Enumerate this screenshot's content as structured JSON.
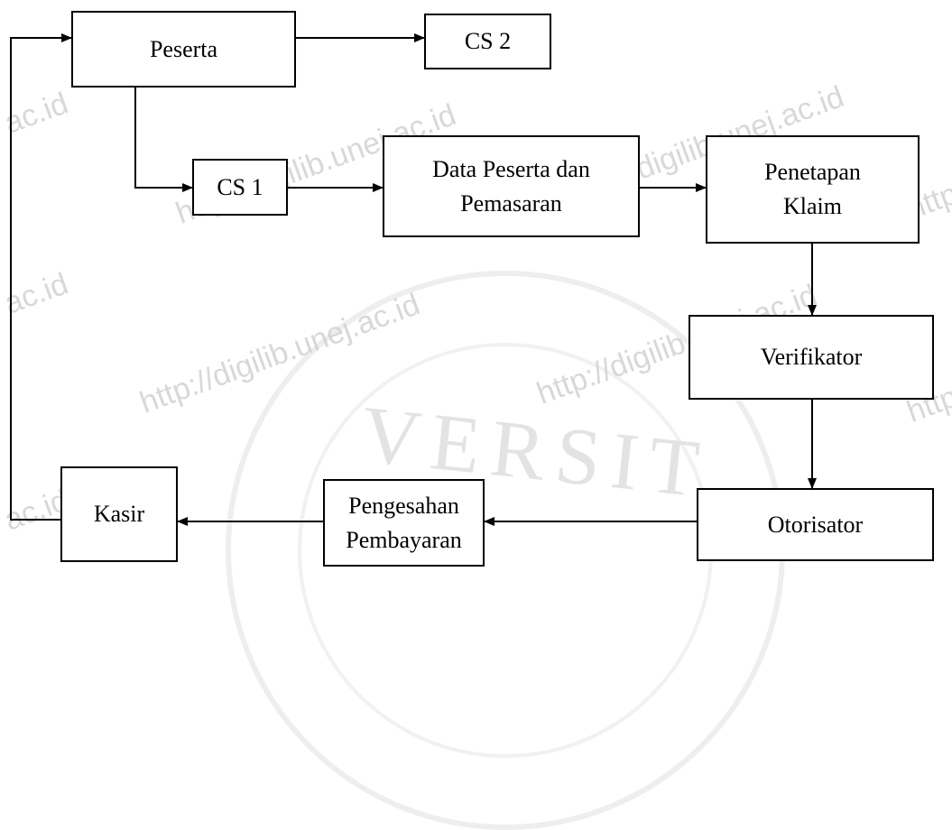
{
  "watermark": {
    "url_text": "http://digilib.unej.ac.id",
    "domain_text": "ac.id",
    "short_text": "http",
    "seal_text": "VERSIT"
  },
  "nodes": {
    "peserta": "Peserta",
    "cs2": "CS 2",
    "cs1": "CS 1",
    "data_peserta": "Data Peserta dan Pemasaran",
    "penetapan_klaim": "Penetapan Klaim",
    "verifikator": "Verifikator",
    "otorisator": "Otorisator",
    "pengesahan": "Pengesahan Pembayaran",
    "kasir": "Kasir"
  },
  "edges": [
    {
      "from": "peserta",
      "to": "cs2"
    },
    {
      "from": "peserta",
      "to": "cs1"
    },
    {
      "from": "cs1",
      "to": "data_peserta"
    },
    {
      "from": "data_peserta",
      "to": "penetapan_klaim"
    },
    {
      "from": "penetapan_klaim",
      "to": "verifikator"
    },
    {
      "from": "verifikator",
      "to": "otorisator"
    },
    {
      "from": "otorisator",
      "to": "pengesahan"
    },
    {
      "from": "pengesahan",
      "to": "kasir"
    },
    {
      "from": "kasir",
      "to": "peserta"
    }
  ]
}
